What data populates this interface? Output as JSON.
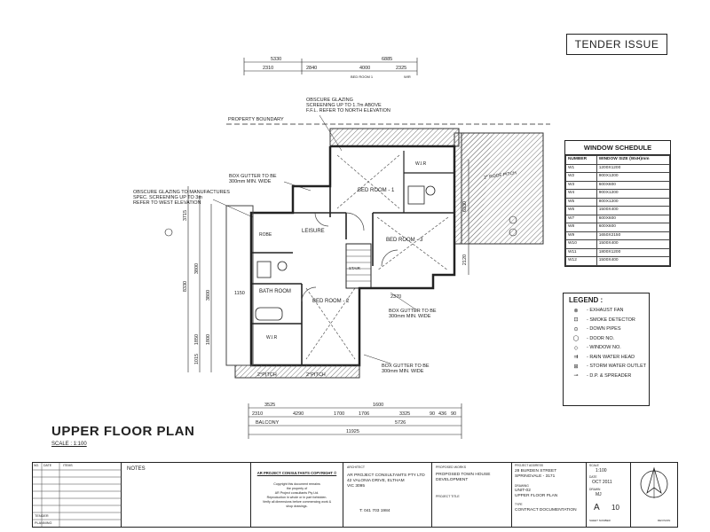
{
  "tender": "TENDER ISSUE",
  "title": "UPPER FLOOR PLAN",
  "scale": "SCALE : 1:100",
  "top_dims": {
    "r1": [
      "5330",
      "6885"
    ],
    "r2": [
      "2310",
      "2840",
      "4000",
      "2325"
    ],
    "r3": [
      "BED ROOM 1",
      "WIR"
    ]
  },
  "bottom_dims": {
    "r1": [
      "3525",
      "1600"
    ],
    "r2": [
      "2310",
      "4290",
      "1700",
      "1706",
      "3325",
      "90",
      "436",
      "90"
    ],
    "r3": [
      "BALCONY",
      "5726"
    ],
    "r4": [
      "11925"
    ]
  },
  "left_dims": [
    "3715",
    "8330",
    "3800",
    "3800",
    "1800",
    "1850",
    "1015"
  ],
  "right_dims": [
    "6330",
    "2120"
  ],
  "rooms": {
    "bed1": "BED ROOM - 1",
    "bed2": "BED ROOM - 2",
    "bed3": "BED ROOM - 3",
    "leisure": "LEISURE",
    "bath": "BATH ROOM",
    "wir1": "W.I.R",
    "wir2": "W.I.R",
    "robe": "ROBE",
    "stair": "STAIR",
    "roof": "2° ROOF PITCH"
  },
  "notes_plan": {
    "obscure_north": [
      "OBSCURE GLAZING",
      "SCREENING UP TO 1.7m ABOVE",
      "F.F.L. REFER TO NORTH ELEVATION"
    ],
    "property": "PROPERTY BOUNDARY",
    "gutter1": [
      "BOX GUTTER TO BE",
      "300mm MIN. WIDE"
    ],
    "obscure_west": [
      "OBSCURE GLAZING TO MANUFACTURES",
      "SPEC. SCREENING UP TO 3m",
      "REFER TO WEST ELEVATION"
    ],
    "gutter2": [
      "BOX GUTTER TO BE",
      "300mm MIN. WIDE"
    ],
    "gutter3": [
      "BOX GUTTER TO BE",
      "300mm MIN. WIDE"
    ],
    "pitch1": "2°PITCH",
    "pitch2": "2°PITCH",
    "dim2370": "2370",
    "dim1150": "1150"
  },
  "window_schedule": {
    "title": "WINDOW SCHEDULE",
    "headers": [
      "NUMBER",
      "WINDOW SIZE (WxH)mm"
    ],
    "rows": [
      [
        "W1",
        "1200X1200"
      ],
      [
        "W2",
        "900X1200"
      ],
      [
        "W3",
        "600X600"
      ],
      [
        "W4",
        "900X1200"
      ],
      [
        "W5",
        "800X1200"
      ],
      [
        "W6",
        "1500X400"
      ],
      [
        "W7",
        "600X600"
      ],
      [
        "W8",
        "600X600"
      ],
      [
        "W9",
        "1650X2150"
      ],
      [
        "W10",
        "1500X400"
      ],
      [
        "W11",
        "1800X1200"
      ],
      [
        "W12",
        "1500X400"
      ]
    ]
  },
  "legend": {
    "title": "LEGEND :",
    "items": [
      {
        "sym": "⊗",
        "label": "- EXHAUST FAN"
      },
      {
        "sym": "⊡",
        "label": "- SMOKE DETECTOR"
      },
      {
        "sym": "⊙",
        "label": "- DOWN PIPES"
      },
      {
        "sym": "◯",
        "label": "- DOOR NO."
      },
      {
        "sym": "◇",
        "label": "- WINDOW NO."
      },
      {
        "sym": "⇉",
        "label": "- RAIN WATER HEAD"
      },
      {
        "sym": "⊞",
        "label": "- STORM WATER OUTLET"
      },
      {
        "sym": "⊸",
        "label": "- D.P. & SPREADER"
      }
    ]
  },
  "title_block": {
    "notes": "NOTES",
    "copyright_title": "AR PROJECT CONSULTANTS  COPYRIGHT ©",
    "copyright_text": [
      "Copyright this document remains",
      "the property of",
      "AR Project consultants Pty Ltd.",
      "Reproduction in whole or in part forbidden.",
      "Verify all dimensions before commencing work &",
      "shop drawings."
    ],
    "architect_label": "ARCHITECT",
    "architect": [
      "AR PROJECT CONSULTAMTS PTY LTD",
      "42 VALONIA DRIVE, ELTHAM",
      "VIC 3095"
    ],
    "phone": "T: 041 703 1984",
    "project_works_label": "PROPOSED WORKS",
    "project_works": [
      "PROPOSED TOWN HOUSE",
      "DEVELOPMENT"
    ],
    "project_title_label": "PROJECT TITLE",
    "address_label": "PROJECT ADDRESS",
    "address": [
      "28 BURDEN STREET",
      "SPRINGVALE - 3171"
    ],
    "drawing_label": "DRAWING",
    "drawing": [
      "UNIT-02",
      "UPPER FLOOR PLAN"
    ],
    "type_label": "TYPE",
    "type": "CONTRACT DOCUMENTATION",
    "scale_label": "SCALE",
    "scale": "1:100",
    "date_label": "DATE",
    "date": "OCT 2011",
    "drawn_label": "DRAWN",
    "drawn": "MJ",
    "sheet_size": "A",
    "sheet_no": "10",
    "sheet_label": "SHEET NUMBER",
    "rev_label": "REVISION",
    "rev_rows": [
      "TENDER",
      "PLANNING"
    ],
    "rev_hdr": [
      "NO.",
      "DATE",
      "ITEMS"
    ]
  }
}
